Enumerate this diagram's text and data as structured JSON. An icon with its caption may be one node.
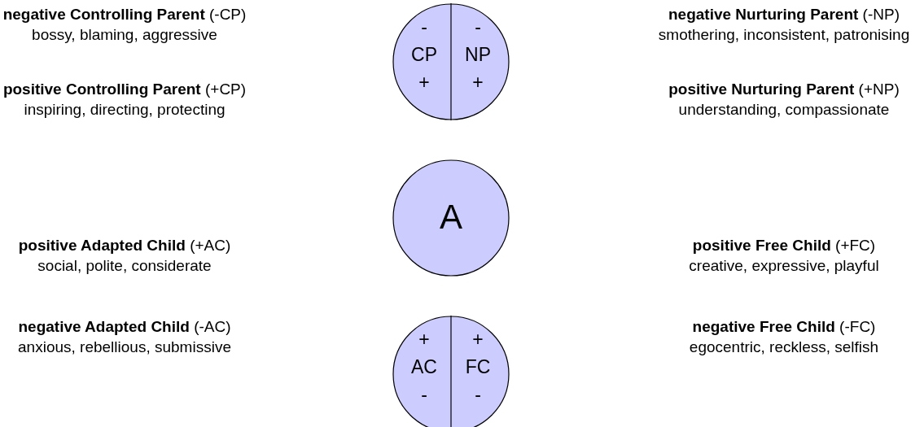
{
  "diagram": {
    "nodes": [
      {
        "text": [],
        "shape": "circle"
      },
      {
        "text": [
          "-",
          "CP",
          "+"
        ],
        "in": 0
      },
      {
        "text": [
          "-",
          "NP",
          "+"
        ],
        "in": 0
      },
      {
        "text": [
          "A"
        ]
      },
      {
        "text": [],
        "shape": "circle"
      },
      {
        "text": [
          "+",
          "AC",
          "-"
        ],
        "in": 4
      },
      {
        "text": [
          "+",
          "FC",
          "-"
        ],
        "in": 4
      }
    ],
    "labels": [
      "**negative Controlling Parent** (-CP)",
      "bossy, blaming, aggressive",
      "**negative Nurturing Parent** (-NP)",
      "smothering, inconsistent, patronising",
      "**positive Controlling Parent** (+CP)",
      "inspiring, directing, protecting",
      "**positive Nurturing Parent** (+NP)",
      "understanding, compassionate",
      "**positive Adapted Child** (+AC)",
      "social, polite, considerate",
      "**positive Free Child** (+FC)",
      "creative, expressive, playful",
      "**negative Adapted Child** (-AC)",
      "anxious, rebellious, submissive",
      "**negative Free Child** (-FC)",
      "egocentric, reckless, selfish"
    ]
  }
}
